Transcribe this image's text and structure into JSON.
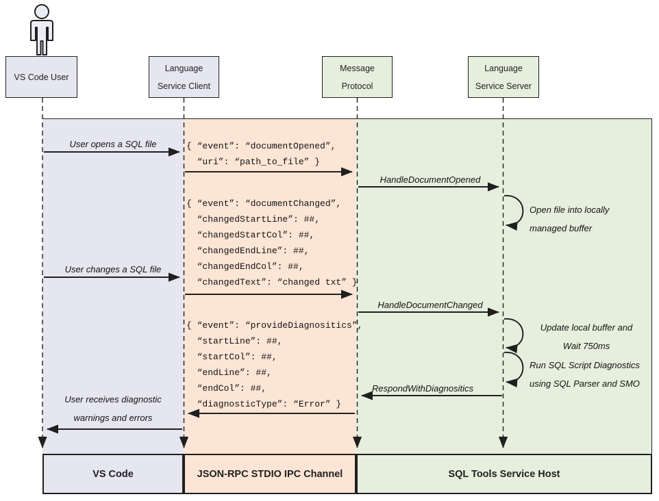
{
  "colors": {
    "lavender": "#e6e6f0",
    "peach": "#fce5d5",
    "green": "#e6efdd",
    "line": "#1f1f1f"
  },
  "icons": {
    "user_actor": "person-icon"
  },
  "actors": {
    "user": {
      "title": "VS Code User"
    },
    "client": {
      "title1": "Language",
      "title2": "Service Client"
    },
    "protocol": {
      "title1": "Message",
      "title2": "Protocol"
    },
    "server": {
      "title1": "Language",
      "title2": "Service Server"
    }
  },
  "labels": {
    "user_opens": "User opens a SQL file",
    "handle_opened": "HandleDocumentOpened",
    "note_open_1": "Open file into locally",
    "note_open_2": "managed buffer",
    "user_changes": "User changes a SQL file",
    "handle_changed": "HandleDocumentChanged",
    "note_update_1": "Update local buffer and",
    "note_update_2": "Wait 750ms",
    "note_run_1": "Run SQL Script Diagnostics",
    "note_run_2": "using SQL Parser and SMO",
    "respond": "RespondWithDiagnositics",
    "user_receives_1": "User receives diagnostic",
    "user_receives_2": "warnings and errors"
  },
  "payloads": {
    "document_opened": {
      "l1": "{ “event”: “documentOpened”,",
      "l2": "  “uri”: “path_to_file” }"
    },
    "document_changed": {
      "l1": "{ “event”: “documentChanged”,",
      "l2": "  “changedStartLine”: ##,",
      "l3": "  “changedStartCol”: ##,",
      "l4": "  “changedEndLine”: ##,",
      "l5": "  “changedEndCol”: ##,",
      "l6": "  “changedText”: “changed txt” }"
    },
    "provide_diagnostics": {
      "l1": "{ “event”: “provideDiagnositics”,",
      "l2": "  “startLine”: ##,",
      "l3": "  “startCol”: ##,",
      "l4": "  “endLine”: ##,",
      "l5": "  “endCol”: ##,",
      "l6": "  “diagnosticType”: “Error” }"
    }
  },
  "lanes": {
    "vscode": "VS Code",
    "ipc": "JSON-RPC STDIO IPC Channel",
    "host": "SQL Tools Service Host"
  }
}
